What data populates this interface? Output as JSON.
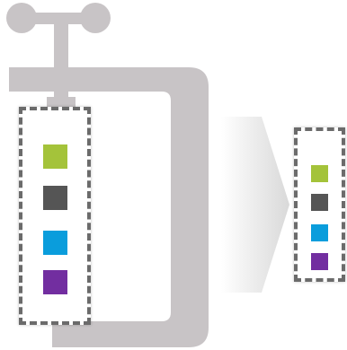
{
  "colors": {
    "clamp": "#c8c4c6",
    "arrow_start": "#d9d9d9",
    "arrow_end": "#ffffff",
    "border": "#6b6b6b"
  },
  "swatches": [
    {
      "name": "green-swatch",
      "color": "#a4c33a"
    },
    {
      "name": "dark-gray-swatch",
      "color": "#555555"
    },
    {
      "name": "blue-swatch",
      "color": "#0a9ddc"
    },
    {
      "name": "purple-swatch",
      "color": "#722ea0"
    }
  ],
  "icons": {
    "clamp": "c-clamp-icon",
    "arrow": "compress-arrow-icon"
  }
}
